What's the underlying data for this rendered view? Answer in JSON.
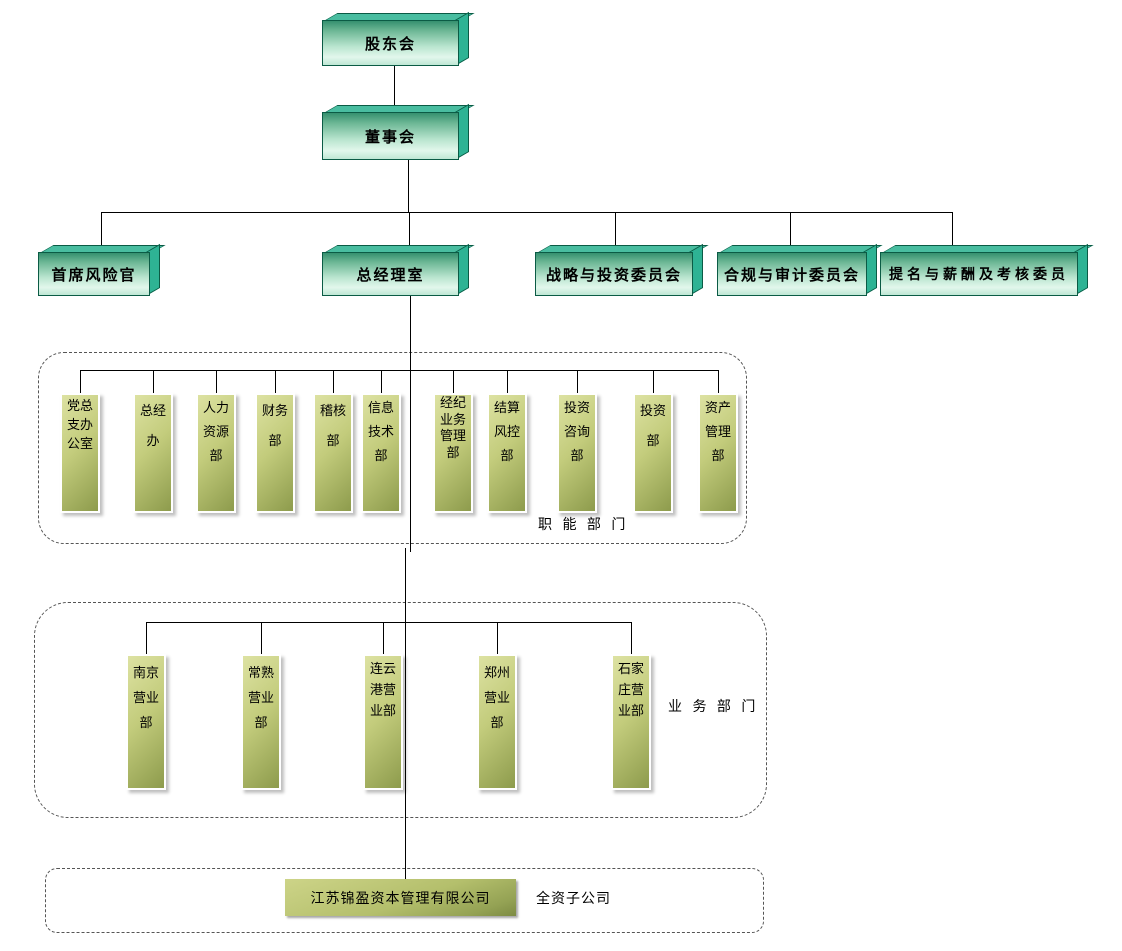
{
  "org_chart": {
    "level1": {
      "shareholders": "股东会",
      "board": "董事会"
    },
    "level3": [
      {
        "label": "首席风险官"
      },
      {
        "label": "总经理室"
      },
      {
        "label": "战略与投资委员会"
      },
      {
        "label": "合规与审计委员会"
      },
      {
        "label": "提名与薪酬及考核委员"
      }
    ],
    "functional": {
      "group_label": "职 能 部 门",
      "departments": [
        "党总支办公室",
        "总经办",
        "人力资源部",
        "财务部",
        "稽核部",
        "信息技术部",
        "经纪业务管理部",
        "结算风控部",
        "投资咨询部",
        "投资部",
        "资产管理部"
      ]
    },
    "business": {
      "group_label": "业 务 部 门",
      "departments": [
        "南京营业部",
        "常熟营业部",
        "连云港营业部",
        "郑州营业部",
        "石家庄营业部"
      ]
    },
    "subsidiary": {
      "group_label": "全资子公司",
      "company": "江苏锦盈资本管理有限公司"
    },
    "colors": {
      "teal_side": "#2eb394",
      "teal_face_light": "#e2f7ec",
      "teal_border": "#0b5b45",
      "olive_box": "#c3cc7c",
      "connector": "#000000",
      "dashed_border": "#555555"
    }
  }
}
